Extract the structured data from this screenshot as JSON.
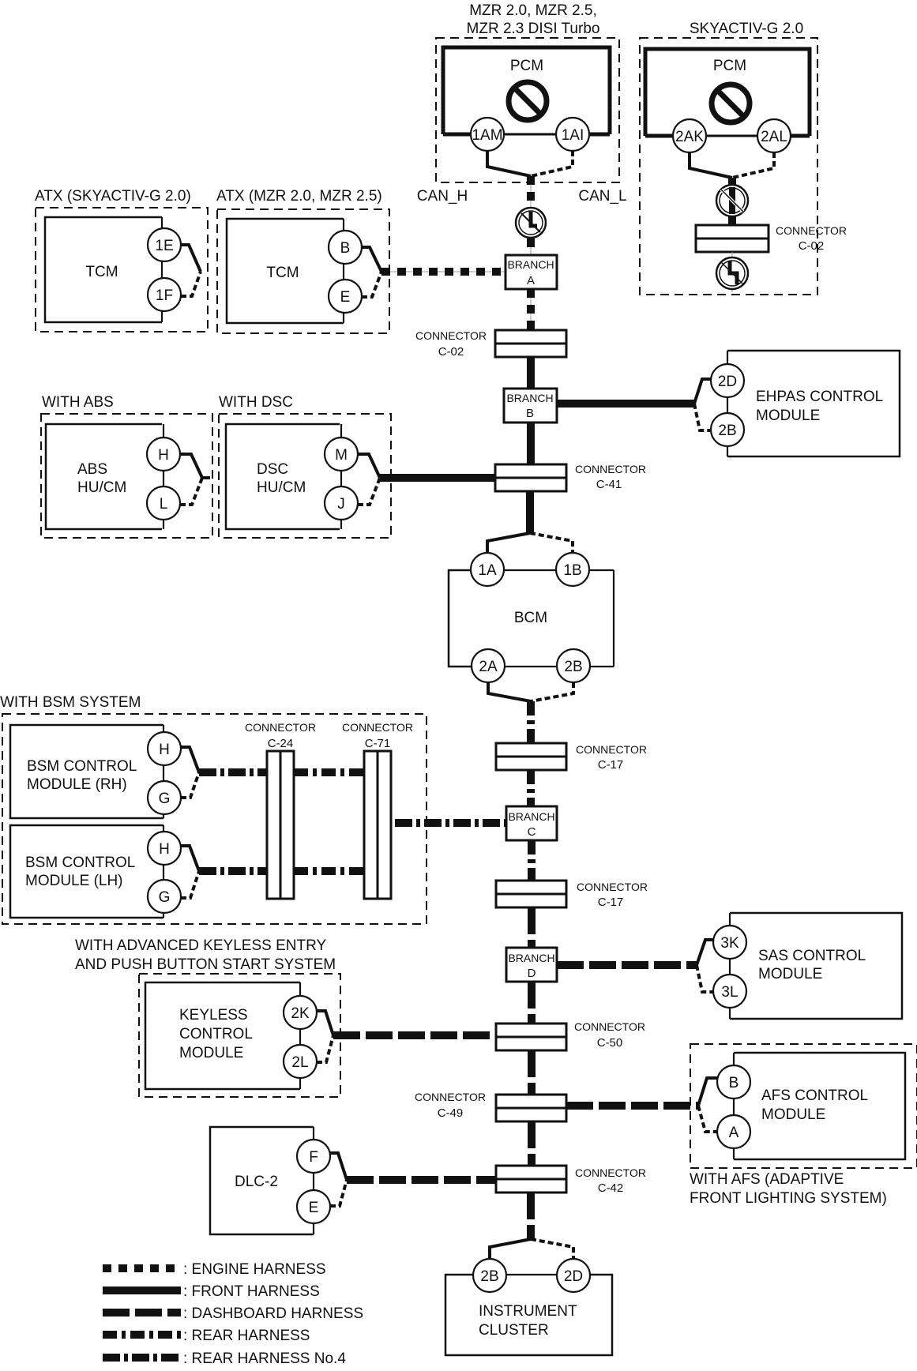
{
  "diagram": {
    "title": "CAN System Wiring Diagram",
    "signals": {
      "can_h": "CAN_H",
      "can_l": "CAN_L"
    },
    "groups": {
      "pcm_mzr": {
        "label_line1": "MZR 2.0, MZR 2.5,",
        "label_line2": "MZR 2.3 DISI Turbo"
      },
      "pcm_sky": {
        "label": "SKYACTIV-G 2.0"
      },
      "atx_sky": {
        "label": "ATX (SKYACTIV-G 2.0)"
      },
      "atx_mzr": {
        "label": "ATX (MZR 2.0, MZR 2.5)"
      },
      "abs": {
        "label": "WITH ABS"
      },
      "dsc": {
        "label": "WITH DSC"
      },
      "bsm": {
        "label": "WITH BSM SYSTEM"
      },
      "keyless": {
        "label_line1": "WITH ADVANCED KEYLESS ENTRY",
        "label_line2": "AND PUSH BUTTON START SYSTEM"
      },
      "afs": {
        "label_line1": "WITH AFS (ADAPTIVE",
        "label_line2": "FRONT LIGHTING SYSTEM)"
      }
    },
    "modules": {
      "pcm_mzr": {
        "name": "PCM",
        "pins": [
          "1AM",
          "1AI"
        ],
        "icon": "prohibited-icon"
      },
      "pcm_sky": {
        "name": "PCM",
        "pins": [
          "2AK",
          "2AL"
        ],
        "icon": "prohibited-icon"
      },
      "tcm_sky": {
        "name": "TCM",
        "pins": [
          "1E",
          "1F"
        ]
      },
      "tcm_mzr": {
        "name": "TCM",
        "pins": [
          "B",
          "E"
        ]
      },
      "abs": {
        "name_line1": "ABS",
        "name_line2": "HU/CM",
        "pins": [
          "H",
          "L"
        ]
      },
      "dsc": {
        "name_line1": "DSC",
        "name_line2": "HU/CM",
        "pins": [
          "M",
          "J"
        ]
      },
      "ehpas": {
        "name_line1": "EHPAS CONTROL",
        "name_line2": "MODULE",
        "pins": [
          "2D",
          "2B"
        ]
      },
      "bcm": {
        "name": "BCM",
        "pins_top": [
          "1A",
          "1B"
        ],
        "pins_bottom": [
          "2A",
          "2B"
        ]
      },
      "bsm_rh": {
        "name_line1": "BSM CONTROL",
        "name_line2": "MODULE (RH)",
        "pins": [
          "H",
          "G"
        ]
      },
      "bsm_lh": {
        "name_line1": "BSM CONTROL",
        "name_line2": "MODULE (LH)",
        "pins": [
          "H",
          "G"
        ]
      },
      "sas": {
        "name_line1": "SAS CONTROL",
        "name_line2": "MODULE",
        "pins": [
          "3K",
          "3L"
        ]
      },
      "keyless": {
        "name_line1": "KEYLESS",
        "name_line2": "CONTROL",
        "name_line3": "MODULE",
        "pins": [
          "2K",
          "2L"
        ]
      },
      "afs": {
        "name_line1": "AFS CONTROL",
        "name_line2": "MODULE",
        "pins": [
          "B",
          "A"
        ]
      },
      "dlc": {
        "name": "DLC-2",
        "pins": [
          "F",
          "E"
        ]
      },
      "ic": {
        "name_line1": "INSTRUMENT",
        "name_line2": "CLUSTER",
        "pins": [
          "2B",
          "2D"
        ]
      }
    },
    "branches": {
      "a": {
        "word": "BRANCH",
        "id": "A"
      },
      "b": {
        "word": "BRANCH",
        "id": "B"
      },
      "c": {
        "word": "BRANCH",
        "id": "C"
      },
      "d": {
        "word": "BRANCH",
        "id": "D"
      }
    },
    "connectors": {
      "c02_main": {
        "word": "CONNECTOR",
        "id": "C-02"
      },
      "c02_sky": {
        "word": "CONNECTOR",
        "id": "C-02"
      },
      "c41": {
        "word": "CONNECTOR",
        "id": "C-41"
      },
      "c17_upper": {
        "word": "CONNECTOR",
        "id": "C-17"
      },
      "c17_lower": {
        "word": "CONNECTOR",
        "id": "C-17"
      },
      "c24": {
        "word": "CONNECTOR",
        "id": "C-24"
      },
      "c71": {
        "word": "CONNECTOR",
        "id": "C-71"
      },
      "c50": {
        "word": "CONNECTOR",
        "id": "C-50"
      },
      "c49": {
        "word": "CONNECTOR",
        "id": "C-49"
      },
      "c42": {
        "word": "CONNECTOR",
        "id": "C-42"
      }
    },
    "legend": [
      {
        "style": "engine",
        "label": ": ENGINE HARNESS"
      },
      {
        "style": "front",
        "label": ": FRONT HARNESS"
      },
      {
        "style": "dashboard",
        "label": ": DASHBOARD HARNESS"
      },
      {
        "style": "rear",
        "label": ": REAR HARNESS"
      },
      {
        "style": "rear4",
        "label": ": REAR HARNESS No.4"
      }
    ]
  }
}
